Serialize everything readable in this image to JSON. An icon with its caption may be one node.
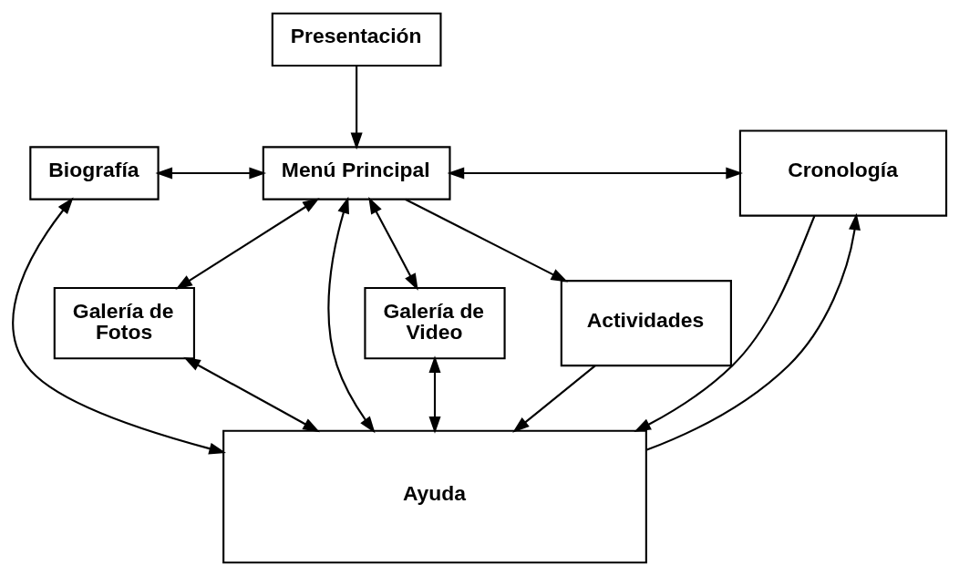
{
  "diagram": {
    "nodes": [
      {
        "text": [
          "Presentación"
        ]
      },
      {
        "text": [
          "Biografía"
        ]
      },
      {
        "text": [
          "Menú Principal"
        ]
      },
      {
        "text": [
          "Cronología"
        ]
      },
      {
        "text": [
          "Galería de Video"
        ]
      },
      {
        "text": [
          "Actividades"
        ]
      },
      {
        "text": [
          "Galería de Fotos"
        ]
      },
      {
        "text": [
          "Ayuda"
        ]
      }
    ],
    "edges": [
      {
        "from": 0,
        "to": 2,
        "arrow": "to"
      },
      {
        "from": 1,
        "to": 2,
        "arrow": "both"
      },
      {
        "from": 2,
        "to": 3,
        "arrow": "both"
      },
      {
        "from": 2,
        "to": 4,
        "arrow": "both"
      },
      {
        "from": 2,
        "to": 5,
        "arrow": "to"
      },
      {
        "from": 2,
        "to": 6,
        "arrow": "both"
      },
      {
        "from": 7,
        "to": 2,
        "arrow": "both"
      },
      {
        "from": 1,
        "to": 7,
        "arrow": "both"
      },
      {
        "from": 4,
        "to": 7,
        "arrow": "both"
      },
      {
        "from": 5,
        "to": 7,
        "arrow": "to"
      },
      {
        "from": 6,
        "to": 7,
        "arrow": "both"
      },
      {
        "from": 7,
        "to": 3,
        "arrow": "to"
      },
      {
        "from": 3,
        "to": 7,
        "arrow": "to"
      }
    ]
  }
}
